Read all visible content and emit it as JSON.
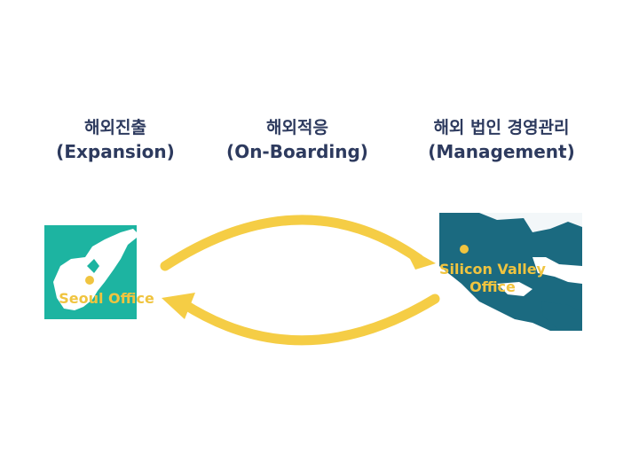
{
  "columns": [
    {
      "ko": "해외진출",
      "en": "(Expansion)"
    },
    {
      "ko": "해외적응",
      "en": "(On-Boarding)"
    },
    {
      "ko": "해외 법인 경영관리",
      "en": "(Management)"
    }
  ],
  "offices": {
    "seoul": "Seoul Office",
    "silicon_valley": "Silicon Valley Office"
  },
  "colors": {
    "heading": "#2d3a5e",
    "arrow": "#f5cd45",
    "korea_sea": "#1db4a1",
    "america_sea": "#1b6a80",
    "marker": "#f0c43f"
  }
}
